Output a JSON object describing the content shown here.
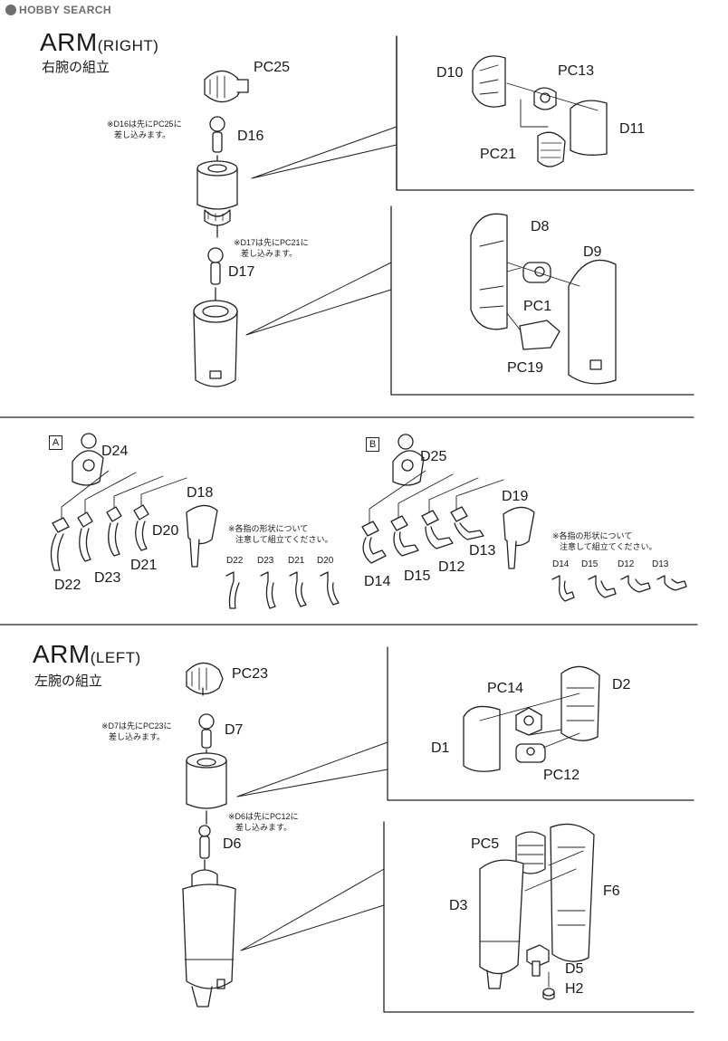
{
  "watermark": "HOBBY SEARCH",
  "right_arm": {
    "title": "ARM",
    "title_paren": "(RIGHT)",
    "subtitle": "右腕の組立",
    "labels": {
      "pc25": "PC25",
      "d16": "D16",
      "d17": "D17"
    },
    "note_d16": [
      "※D16は先にPC25に",
      "差し込みます。"
    ],
    "note_d17": [
      "※D17は先にPC21に",
      "差し込みます。"
    ],
    "box_upper": {
      "d10": "D10",
      "pc13": "PC13",
      "d11": "D11",
      "pc21": "PC21"
    },
    "box_lower": {
      "d8": "D8",
      "d9": "D9",
      "pc1": "PC1",
      "pc19": "PC19"
    }
  },
  "hands": {
    "a": {
      "tag": "A",
      "labels": {
        "d24": "D24",
        "d18": "D18",
        "d20": "D20",
        "d21": "D21",
        "d23": "D23",
        "d22": "D22"
      },
      "note": [
        "※各指の形状について",
        "注意して組立てください。"
      ],
      "fingers": [
        "D22",
        "D23",
        "D21",
        "D20"
      ]
    },
    "b": {
      "tag": "B",
      "labels": {
        "d25": "D25",
        "d19": "D19",
        "d13": "D13",
        "d12": "D12",
        "d15": "D15",
        "d14": "D14"
      },
      "note": [
        "※各指の形状について",
        "注意して組立てください。"
      ],
      "fingers": [
        "D14",
        "D15",
        "D12",
        "D13"
      ]
    }
  },
  "left_arm": {
    "title": "ARM",
    "title_paren": "(LEFT)",
    "subtitle": "左腕の組立",
    "labels": {
      "pc23": "PC23",
      "d7": "D7",
      "d6": "D6"
    },
    "note_d7": [
      "※D7は先にPC23に",
      "差し込みます。"
    ],
    "note_d6": [
      "※D6は先にPC12に",
      "差し込みます。"
    ],
    "box_upper": {
      "pc14": "PC14",
      "d2": "D2",
      "d1": "D1",
      "pc12": "PC12"
    },
    "box_lower": {
      "pc5": "PC5",
      "f6": "F6",
      "d3": "D3",
      "d5": "D5",
      "h2": "H2"
    }
  }
}
